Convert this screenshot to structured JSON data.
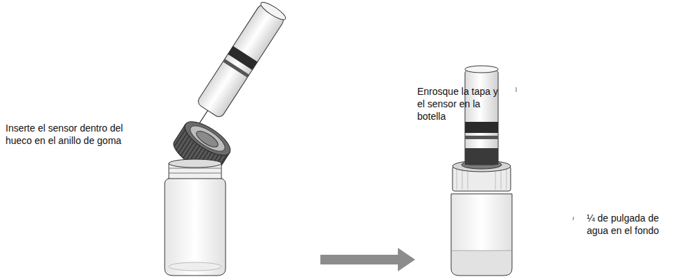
{
  "diagram": {
    "labels": [
      "Inserte el sensor dentro del hueco en el anillo de goma",
      "Enrosque la tapa y el sensor en la botella",
      "¼ de pulgada de agua en el fondo"
    ]
  }
}
